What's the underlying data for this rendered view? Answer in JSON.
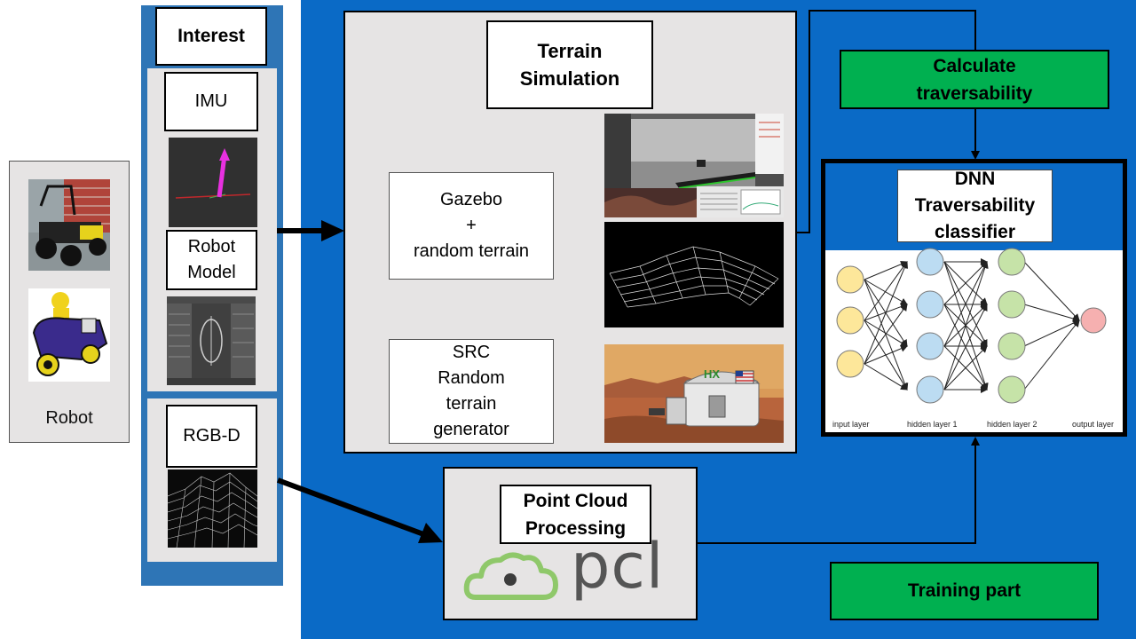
{
  "colors": {
    "big_blue": "#0a6ac6",
    "left_blue": "#2e75b6",
    "green": "#00b050",
    "panel_gray": "#e6e4e4"
  },
  "robot": {
    "label": "Robot"
  },
  "interest": {
    "title": "Interest",
    "imu": "IMU",
    "robot_model": "Robot\nModel",
    "rgbd": "RGB-D"
  },
  "terrain": {
    "title": "Terrain\nSimulation",
    "gazebo": "Gazebo\n+\nrandom terrain",
    "src": "SRC\nRandom\nterrain\ngenerator"
  },
  "pointcloud": {
    "title": "Point Cloud\nProcessing",
    "logo": "pcl"
  },
  "calc": {
    "label": "Calculate\ntraversability"
  },
  "dnn": {
    "title": "DNN\nTraversability\nclassifier",
    "layers": [
      "input layer",
      "hidden layer 1",
      "hidden layer 2",
      "output layer"
    ]
  },
  "training": {
    "label": "Training part"
  }
}
